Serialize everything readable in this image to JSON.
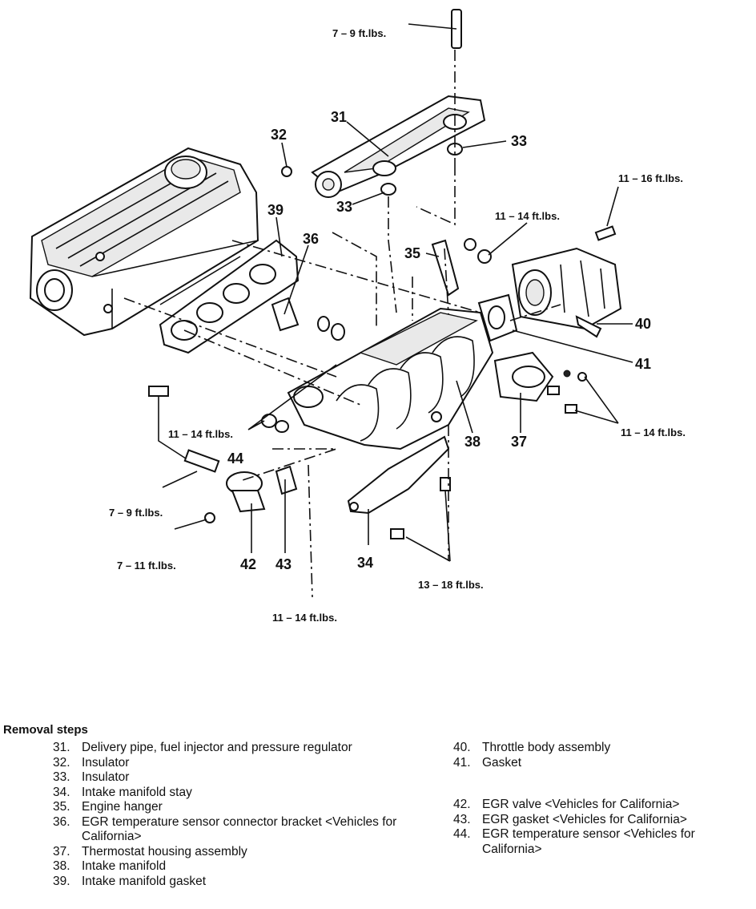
{
  "callouts": {
    "p31": "31",
    "p32": "32",
    "p33a": "33",
    "p33b": "33",
    "p34": "34",
    "p35": "35",
    "p36": "36",
    "p37": "37",
    "p38": "38",
    "p39": "39",
    "p40": "40",
    "p41": "41",
    "p42": "42",
    "p43": "43",
    "p44": "44"
  },
  "torques": {
    "t_top": "7 – 9 ft.lbs.",
    "t_11_16": "11 – 16 ft.lbs.",
    "t_11_14_hanger": "11 – 14 ft.lbs.",
    "t_11_14_right": "11 – 14 ft.lbs.",
    "t_11_14_left": "11 – 14 ft.lbs.",
    "t_7_9_left": "7 – 9 ft.lbs.",
    "t_7_11": "7 – 11 ft.lbs.",
    "t_13_18": "13 – 18 ft.lbs.",
    "t_11_14_bottom": "11 – 14 ft.lbs."
  },
  "removal": {
    "heading": "Removal steps",
    "left": [
      {
        "n": "31.",
        "text": "Delivery pipe, fuel injector and pressure regulator"
      },
      {
        "n": "32.",
        "text": "Insulator"
      },
      {
        "n": "33.",
        "text": "Insulator"
      },
      {
        "n": "34.",
        "text": "Intake manifold stay"
      },
      {
        "n": "35.",
        "text": "Engine hanger"
      },
      {
        "n": "36.",
        "text": "EGR temperature sensor connector bracket <Vehicles for California>"
      },
      {
        "n": "37.",
        "text": "Thermostat housing assembly"
      },
      {
        "n": "38.",
        "text": "Intake manifold"
      },
      {
        "n": "39.",
        "text": "Intake manifold gasket"
      }
    ],
    "right_a": [
      {
        "n": "40.",
        "text": "Throttle body assembly"
      },
      {
        "n": "41.",
        "text": "Gasket"
      }
    ],
    "right_b": [
      {
        "n": "42.",
        "text": "EGR valve <Vehicles for California>"
      },
      {
        "n": "43.",
        "text": "EGR gasket <Vehicles for California>"
      },
      {
        "n": "44.",
        "text": "EGR temperature sensor <Vehicles for California>"
      }
    ]
  }
}
